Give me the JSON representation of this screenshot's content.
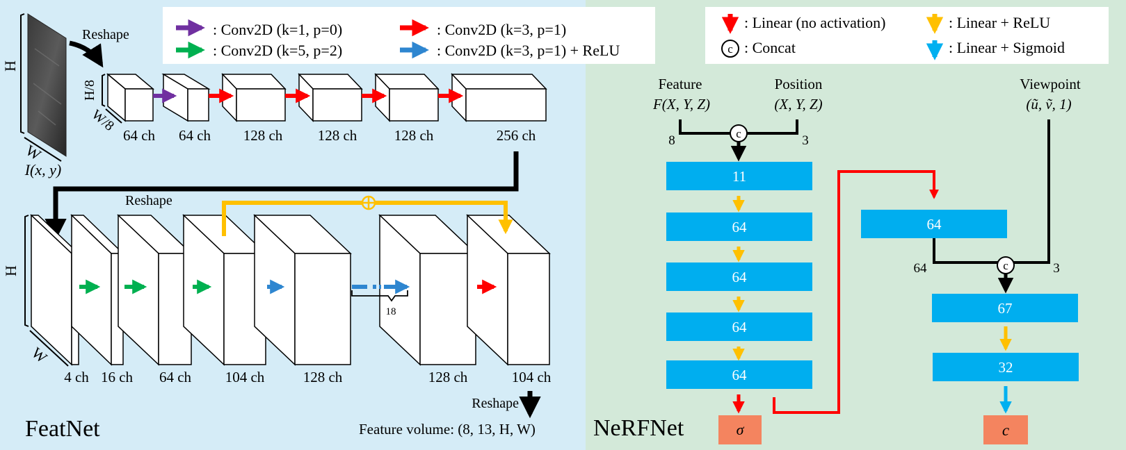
{
  "featnet": {
    "title": "FeatNet",
    "input_dims": {
      "height": "H",
      "width": "W",
      "label": "I(x, y)"
    },
    "reshape_in": "Reshape",
    "reshape_mid": "Reshape",
    "reshape_out": "Reshape",
    "small_dims": {
      "height": "H/8",
      "width": "W/8"
    },
    "large_dims": {
      "height": "H",
      "width": "W"
    },
    "small_blocks": [
      "64 ch",
      "64 ch",
      "128 ch",
      "128 ch",
      "128 ch",
      "256 ch"
    ],
    "large_blocks": [
      "4 ch",
      "16 ch",
      "64 ch",
      "104 ch",
      "128 ch",
      "128 ch",
      "104 ch"
    ],
    "repeat_count": "18",
    "skip_symbol": "⊕",
    "output_label": "Feature volume: (8, 13, H, W)"
  },
  "featnet_legend": [
    {
      "label": ": Conv2D (k=1, p=0)",
      "color": "#7030a0"
    },
    {
      "label": ": Conv2D (k=3, p=1)",
      "color": "#ff0000"
    },
    {
      "label": ": Conv2D (k=5, p=2)",
      "color": "#00b050"
    },
    {
      "label": ": Conv2D (k=3, p=1) + ReLU",
      "color": "#2e86d0"
    }
  ],
  "nerfnet": {
    "title": "NeRFNet",
    "inputs": {
      "feature": "Feature",
      "feature_expr": "F(X, Y, Z)",
      "position": "Position",
      "position_expr": "(X, Y, Z)",
      "viewpoint": "Viewpoint",
      "viewpoint_expr": "(ũ, ṽ, 1)"
    },
    "concat_symbol": "c",
    "concat1_inputs": [
      "8",
      "3"
    ],
    "concat2_inputs": [
      "64",
      "3"
    ],
    "density_layers": [
      "11",
      "64",
      "64",
      "64",
      "64"
    ],
    "color_branch_layer": "64",
    "color_layers": [
      "67",
      "32"
    ],
    "outputs": {
      "density": "σ",
      "color": "c"
    }
  },
  "nerfnet_legend": [
    {
      "label": ": Linear (no activation)",
      "color": "#ff0000"
    },
    {
      "label": ": Linear + ReLU",
      "color": "#ffc000"
    },
    {
      "label": ": Concat",
      "color": "#000000"
    },
    {
      "label": ": Linear + Sigmoid",
      "color": "#00b0f0"
    }
  ],
  "colors": {
    "featnet_bg": "#d5ecf7",
    "nerfnet_bg": "#d3e9d9",
    "layer_box": "#00aeef",
    "output_box": "#f4845f",
    "purple": "#7030a0",
    "red": "#ff0000",
    "green": "#00b050",
    "blue": "#2e86d0",
    "yellow": "#ffc000",
    "cyan": "#00b0f0"
  }
}
